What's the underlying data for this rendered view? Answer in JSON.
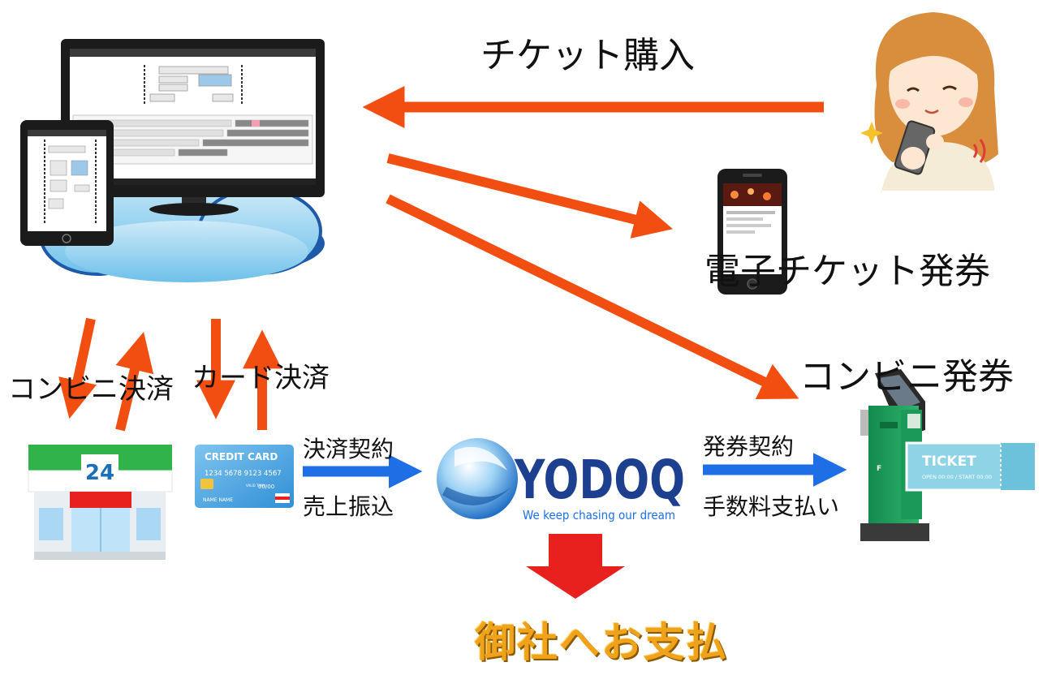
{
  "labels": {
    "ticket_purchase": "チケット購入",
    "e_ticket": "電子チケット発券",
    "konbini_issue": "コンビニ発券",
    "konbini_payment": "コンビニ決済",
    "card_payment": "カード決済",
    "payment_contract": "決済契約",
    "sales_transfer": "売上振込",
    "issue_contract": "発券契約",
    "fee_payment": "手数料支払い",
    "pay_to_client": "御社へお支払"
  },
  "logo": {
    "name": "YODOQ",
    "tagline": "We keep chasing our dream"
  },
  "store": {
    "number": "24"
  },
  "card": {
    "title": "CREDIT CARD",
    "number": "1234 5678 9123 4567",
    "valid_label": "VALID THRU",
    "valid": "00/00",
    "name": "NAME NAME"
  },
  "ticket": {
    "title": "TICKET",
    "line": "OPEN 00:00 / START 00:00"
  },
  "colors": {
    "flow_arrow": "#f24e12",
    "contract_arrow": "#1e6fe6",
    "down_arrow": "#e8201e",
    "pay_text": "#f0a21a",
    "logo_blue": "#1d3f8f"
  }
}
